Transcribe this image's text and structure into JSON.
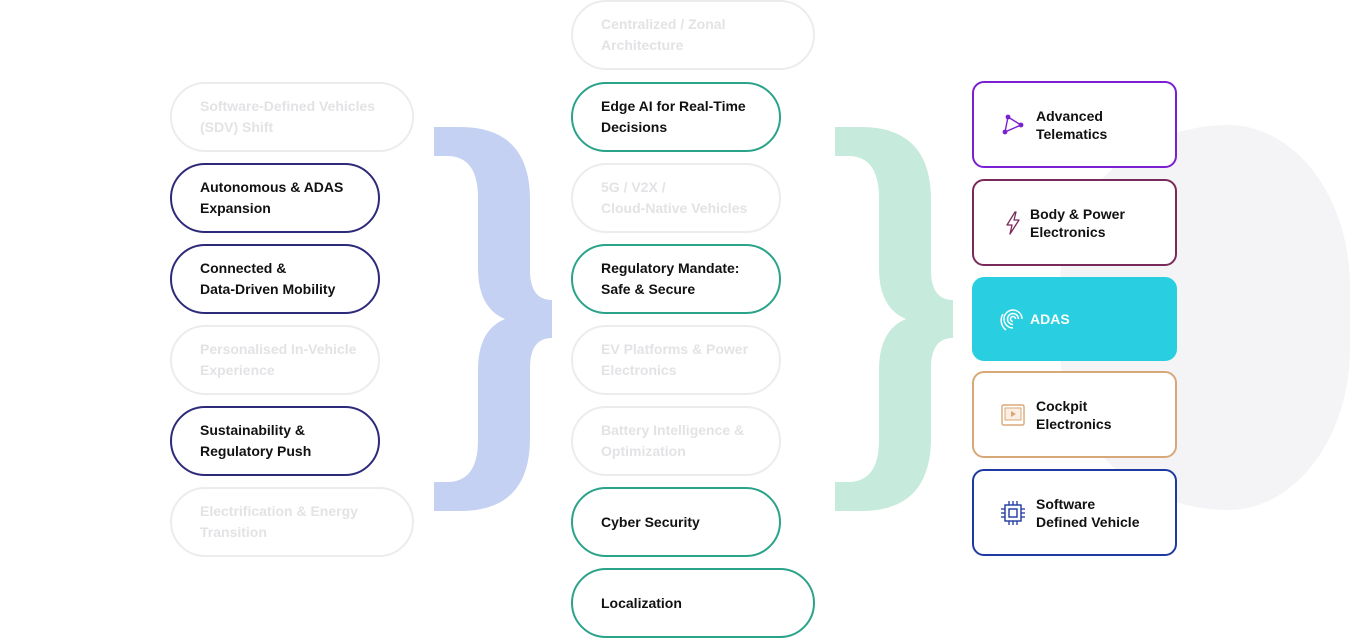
{
  "left_column": {
    "items": [
      {
        "label": "Software-Defined Vehicles\n(SDV) Shift",
        "state": "faded"
      },
      {
        "label": "Autonomous & ADAS\nExpansion",
        "state": "active"
      },
      {
        "label": "Connected &\nData-Driven Mobility",
        "state": "active"
      },
      {
        "label": "Personalised In-Vehicle\nExperience",
        "state": "faded"
      },
      {
        "label": "Sustainability &\nRegulatory Push",
        "state": "active"
      },
      {
        "label": "Electrification & Energy\nTransition",
        "state": "faded"
      }
    ]
  },
  "middle_column": {
    "items": [
      {
        "label": "Centralized / Zonal\nArchitecture",
        "state": "faded"
      },
      {
        "label": "Edge AI for Real-Time\nDecisions",
        "state": "active"
      },
      {
        "label": "5G / V2X /\nCloud-Native Vehicles",
        "state": "faded"
      },
      {
        "label": "Regulatory Mandate:\nSafe & Secure",
        "state": "active"
      },
      {
        "label": "EV Platforms & Power\nElectronics",
        "state": "faded"
      },
      {
        "label": "Battery Intelligence &\nOptimization",
        "state": "faded"
      },
      {
        "label": "Cyber Security",
        "state": "active"
      },
      {
        "label": "Localization",
        "state": "active"
      }
    ]
  },
  "right_column": {
    "cards": [
      {
        "label": "Advanced\nTelematics",
        "icon": "network-nodes-icon",
        "color": "#7a1fd1"
      },
      {
        "label": "Body & Power\nElectronics",
        "icon": "lightning-bolt-icon",
        "color": "#7a2a5a"
      },
      {
        "label": "ADAS",
        "icon": "radar-signal-icon",
        "color": "#29cfe0",
        "selected": true
      },
      {
        "label": "Cockpit\nElectronics",
        "icon": "media-player-icon",
        "color": "#d9a878"
      },
      {
        "label": "Software\nDefined Vehicle",
        "icon": "chip-icon",
        "color": "#1e3aa0"
      }
    ]
  },
  "colors": {
    "left_brace": "#c5d1f2",
    "right_brace": "#c6eadb",
    "navy_border": "#2e2a7a",
    "green_border": "#2aa38a",
    "faded_border": "#ececef",
    "faded_text": "#e3e3e6"
  }
}
